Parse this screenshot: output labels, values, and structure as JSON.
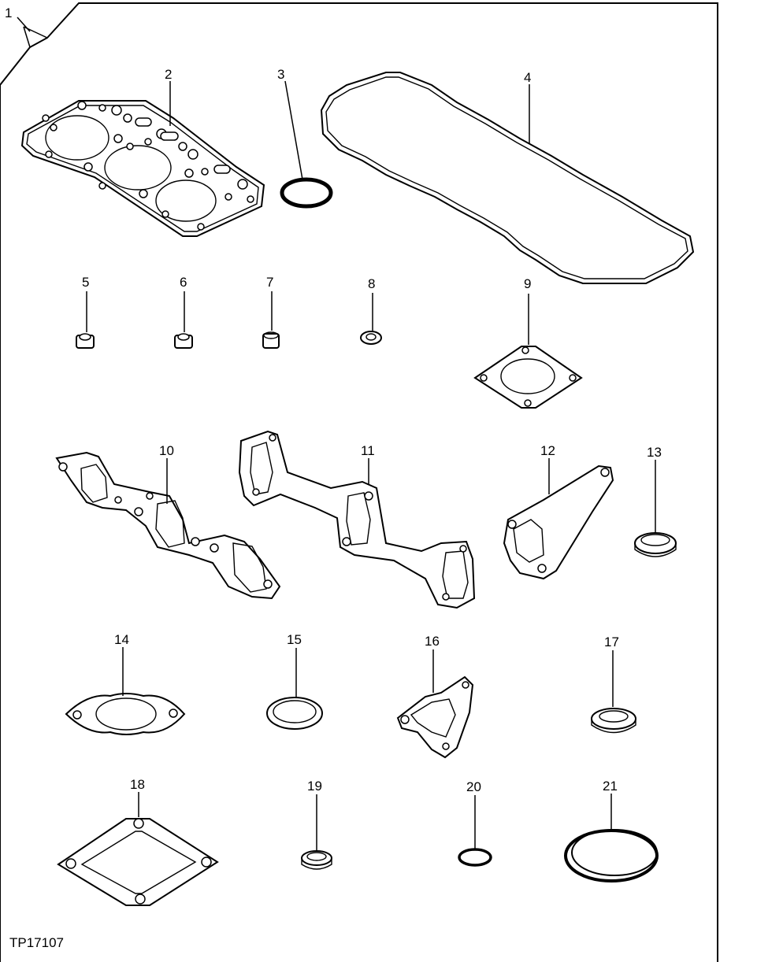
{
  "figure_id": "TP17107",
  "callouts": {
    "c1": "1",
    "c2": "2",
    "c3": "3",
    "c4": "4",
    "c5": "5",
    "c6": "6",
    "c7": "7",
    "c8": "8",
    "c9": "9",
    "c10": "10",
    "c11": "11",
    "c12": "12",
    "c13": "13",
    "c14": "14",
    "c15": "15",
    "c16": "16",
    "c17": "17",
    "c18": "18",
    "c19": "19",
    "c20": "20",
    "c21": "21"
  },
  "parts": [
    {
      "callout": "2",
      "icon": "cylinder-head-gasket-icon"
    },
    {
      "callout": "3",
      "icon": "o-ring-icon"
    },
    {
      "callout": "4",
      "icon": "rocker-cover-gasket-icon"
    },
    {
      "callout": "5",
      "icon": "valve-stem-seal-icon"
    },
    {
      "callout": "6",
      "icon": "valve-stem-seal-icon"
    },
    {
      "callout": "7",
      "icon": "sleeve-icon"
    },
    {
      "callout": "8",
      "icon": "washer-icon"
    },
    {
      "callout": "9",
      "icon": "flange-gasket-icon"
    },
    {
      "callout": "10",
      "icon": "manifold-gasket-icon"
    },
    {
      "callout": "11",
      "icon": "manifold-gasket-icon"
    },
    {
      "callout": "12",
      "icon": "triangular-gasket-icon"
    },
    {
      "callout": "13",
      "icon": "sealing-ring-icon"
    },
    {
      "callout": "14",
      "icon": "flange-gasket-icon"
    },
    {
      "callout": "15",
      "icon": "sealing-washer-icon"
    },
    {
      "callout": "16",
      "icon": "triangular-gasket-icon"
    },
    {
      "callout": "17",
      "icon": "sealing-ring-icon"
    },
    {
      "callout": "18",
      "icon": "square-gasket-icon"
    },
    {
      "callout": "19",
      "icon": "sealing-ring-icon"
    },
    {
      "callout": "20",
      "icon": "o-ring-icon"
    },
    {
      "callout": "21",
      "icon": "large-o-ring-icon"
    }
  ]
}
